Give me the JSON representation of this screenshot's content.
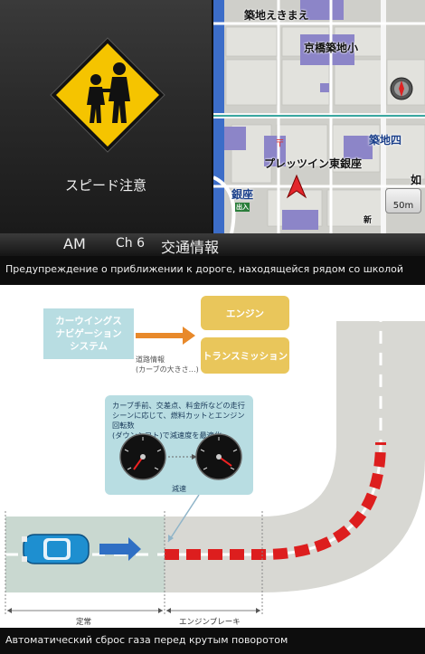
{
  "nav_screen": {
    "warning_caption": "スピード注意",
    "map_labels": {
      "tsukiji_ekimae": "築地えきまえ",
      "school": "京橋築地小",
      "tsukiji4": "築地四",
      "pressin": "プレッツイン東銀座",
      "ginza": "銀座",
      "entrance": "出入",
      "shin": "新",
      "edge": "如"
    },
    "scale": "50m",
    "radio": {
      "band": "AM",
      "channel": "Ch 6",
      "program": "交通情報"
    }
  },
  "caption_top": "Предупреждение о приближении к дороге, находящейся рядом со школой",
  "diagram": {
    "nav_box_lines": [
      "カーウイングス",
      "ナビゲーション",
      "システム"
    ],
    "engine_label": "エンジン",
    "transmission_label": "トランスミッション",
    "road_info_lines": [
      "道路情報",
      "(カーブの大きさ…)"
    ],
    "callout_lines": [
      "カーブ手前、交差点、料金所などの走行",
      "シーンに応じて、燃料カットとエンジン回転数",
      "(ダウンシフト)で減速度を最適化"
    ],
    "decel_label": "減速",
    "normal_label": "定常",
    "engine_brake_label": "エンジンブレーキ",
    "colors": {
      "red": "#dd1e1e",
      "orange": "#e8892a",
      "yellow": "#e9c65b",
      "light_blue": "#b8dde2"
    }
  },
  "caption_bottom": "Автоматический сброс газа перед крутым поворотом"
}
